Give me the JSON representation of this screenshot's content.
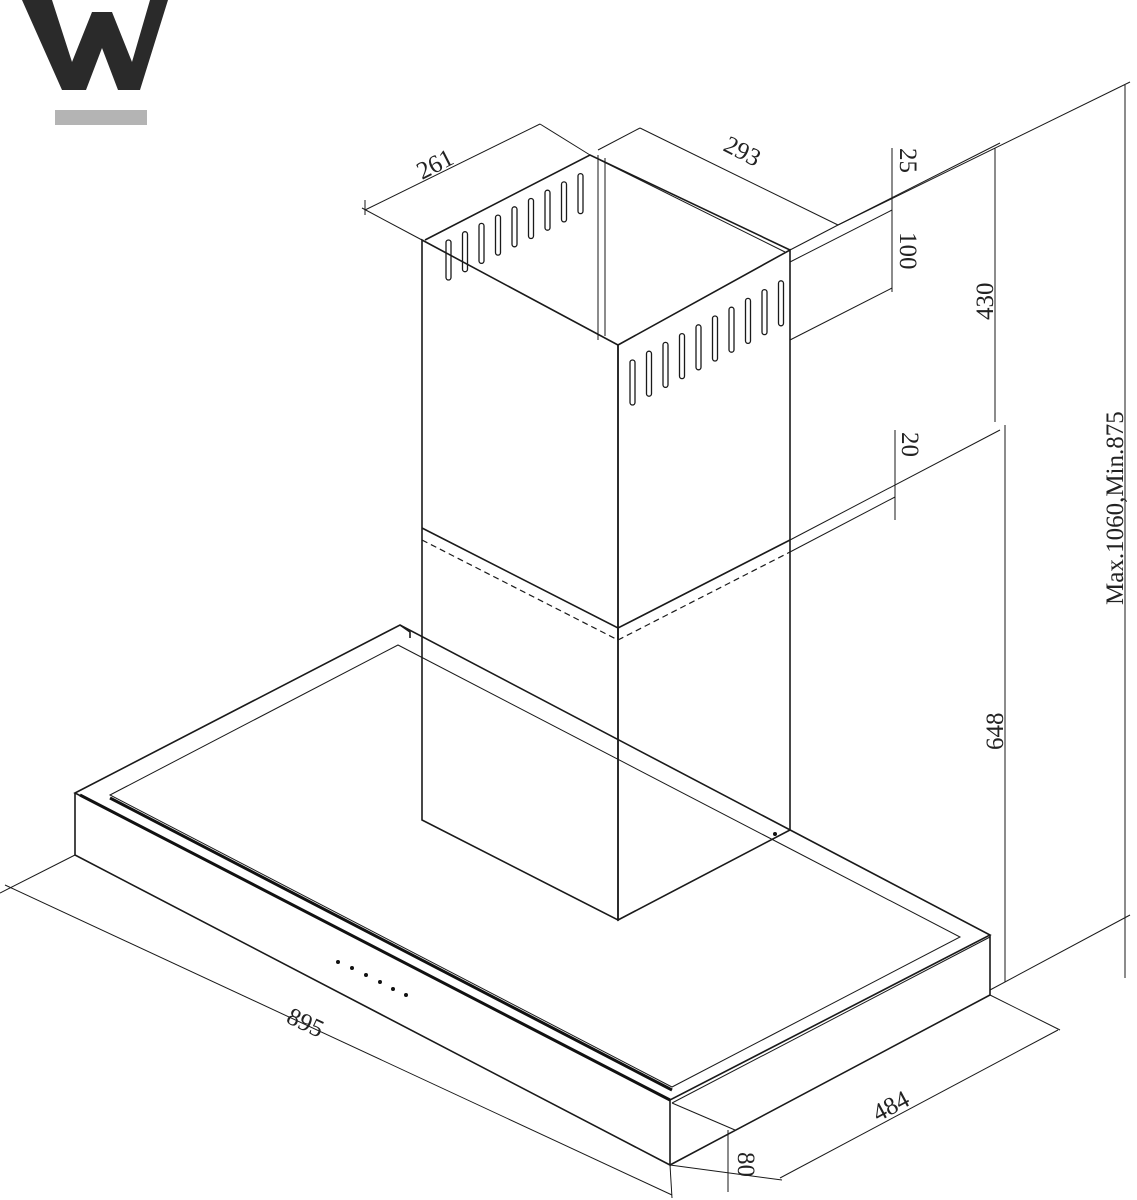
{
  "logo": {
    "letter": "W",
    "bar_color": "#b4b4b4",
    "color": "#2a2a2a"
  },
  "dimensions": {
    "chimney_depth": "261",
    "chimney_width": "293",
    "top_gap": "25",
    "bracket_height": "100",
    "upper_chimney_height": "430",
    "overlap": "20",
    "lower_height": "648",
    "total_height": "Max.1060,Min.875",
    "hood_width": "895",
    "hood_depth": "484",
    "hood_thickness": "80"
  }
}
